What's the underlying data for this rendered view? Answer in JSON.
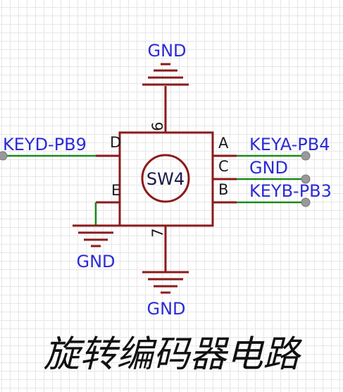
{
  "component": {
    "refdes": "SW4",
    "pins": {
      "A": "A",
      "B": "B",
      "C": "C",
      "D": "D",
      "E": "E",
      "p6": "6",
      "p7": "7"
    }
  },
  "nets": {
    "gnd_top": "GND",
    "gnd_bottom": "GND",
    "gnd_left": "GND",
    "gnd_c": "GND",
    "keya": "KEYA-PB4",
    "keyb": "KEYB-PB3",
    "keyd": "KEYD-PB9"
  },
  "caption": "旋转编码器电路",
  "colors": {
    "body": "#8b1a1a",
    "wire": "#1a8a1a",
    "label": "#2b2bd6",
    "grid": "#e6e6e6"
  }
}
